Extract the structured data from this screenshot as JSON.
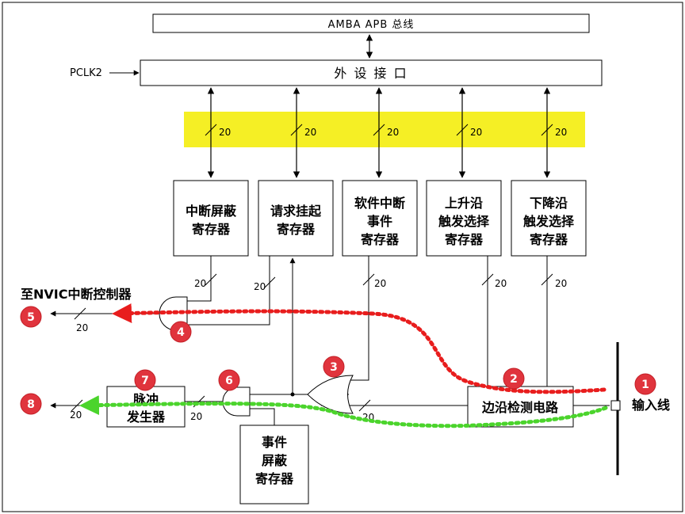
{
  "bus": {
    "apb": "AMBA APB 总线",
    "periph": "外 设 接 口",
    "pclk": "PCLK2"
  },
  "width": "20",
  "registers": [
    {
      "id": "int-mask",
      "lines": [
        "中断屏蔽",
        "寄存器"
      ]
    },
    {
      "id": "pending",
      "lines": [
        "请求挂起",
        "寄存器"
      ]
    },
    {
      "id": "swint",
      "lines": [
        "软件中断",
        "事件",
        "寄存器"
      ]
    },
    {
      "id": "rising",
      "lines": [
        "上升沿",
        "触发选择",
        "寄存器"
      ]
    },
    {
      "id": "falling",
      "lines": [
        "下降沿",
        "触发选择",
        "寄存器"
      ]
    }
  ],
  "event_mask": {
    "lines": [
      "事件",
      "屏蔽",
      "寄存器"
    ]
  },
  "edge_detect": "边沿检测电路",
  "pulse_gen": {
    "lines": [
      "脉冲",
      "发生器"
    ]
  },
  "nvic_label": "至NVIC中断控制器",
  "input_label": "输入线",
  "markers": [
    "1",
    "2",
    "3",
    "4",
    "5",
    "6",
    "7",
    "8"
  ],
  "colors": {
    "highlight": "#f5ef25",
    "marker": "#e0343d",
    "red_path": "#e81d1d",
    "green_path": "#4bd42c"
  }
}
